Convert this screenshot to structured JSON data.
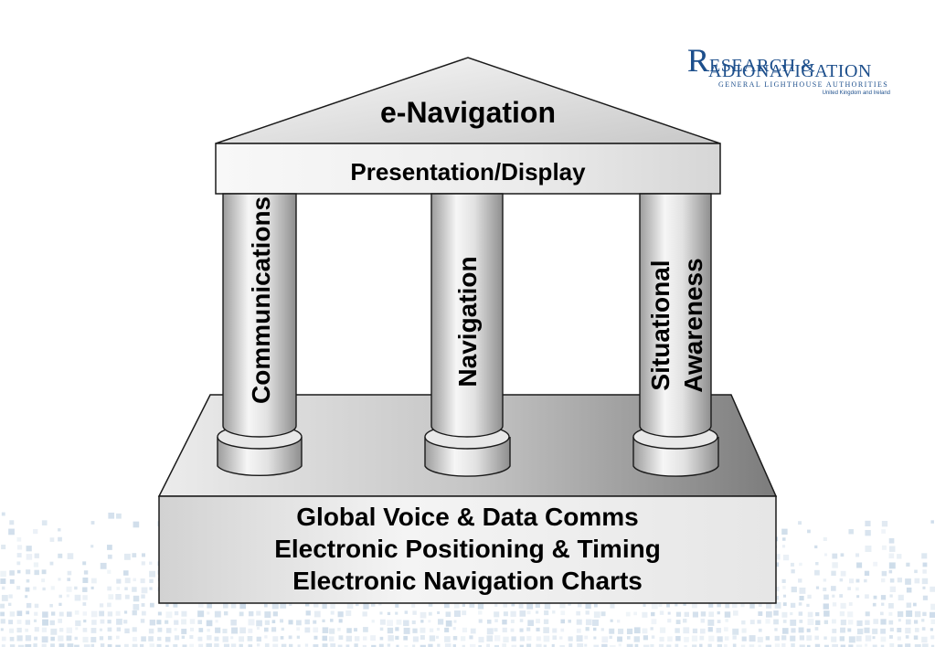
{
  "logo": {
    "line1_initial": "R",
    "line1_rest": "ESEARCH &",
    "line2_initial": "R",
    "line2_rest": "ADIONAVIGATION",
    "subtitle": "GENERAL LIGHTHOUSE AUTHORITIES",
    "tagline": "United Kingdom and Ireland",
    "color": "#1d4f8c"
  },
  "diagram": {
    "roof_title": "e-Navigation",
    "entablature": "Presentation/Display",
    "pillars": [
      "Communications",
      "Navigation",
      "Situational Awareness"
    ],
    "pillar_lines": {
      "situational_line1": "Situational",
      "situational_line2": "Awareness"
    },
    "base_lines": [
      "Global Voice & Data Comms",
      "Electronic Positioning & Timing",
      "Electronic Navigation Charts"
    ],
    "colors": {
      "stroke": "#1a1a1a",
      "fill_light": "#f4f4f4",
      "fill_mid": "#cfcfcf",
      "fill_dark": "#9a9a9a",
      "bg_pixels": "#c5d6e6"
    }
  }
}
